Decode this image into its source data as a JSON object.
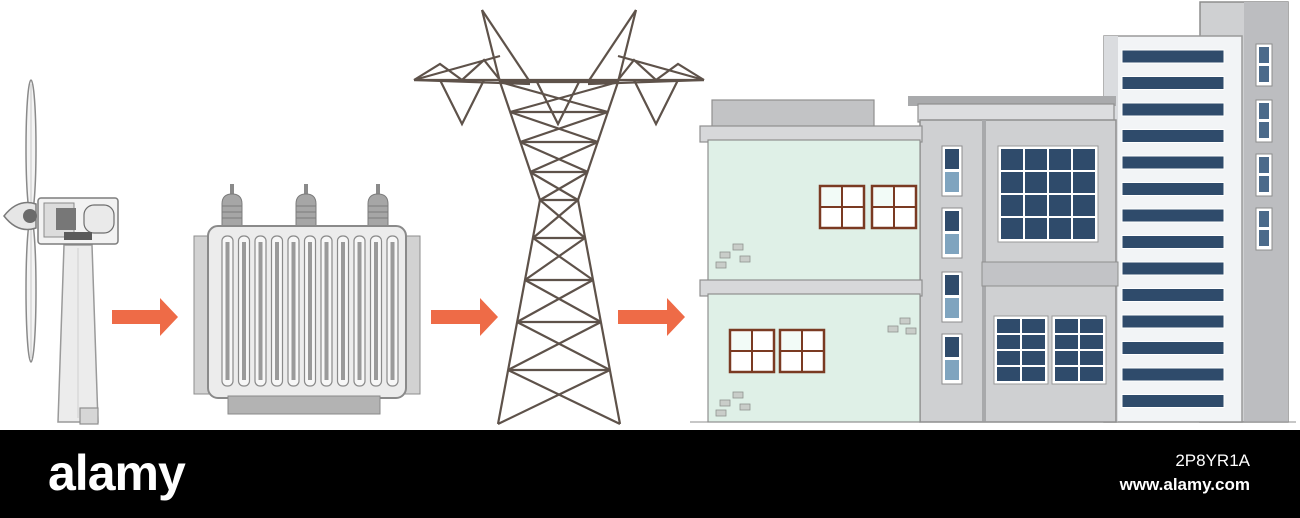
{
  "diagram": {
    "stages": [
      "wind-turbine",
      "transformer",
      "transmission-tower",
      "buildings"
    ],
    "arrow_color": "#ee6b47",
    "tower_color": "#5e524a",
    "building_colors": {
      "low_building": "#dff0e7",
      "office_building": "#cfd0d2",
      "tower_building": "#f2f4f6",
      "window_blue": "#2f4b6b",
      "window_frame": "#7a3a22"
    }
  },
  "footer": {
    "brand": "alamy",
    "image_id": "2P8YR1A",
    "url": "www.alamy.com"
  }
}
